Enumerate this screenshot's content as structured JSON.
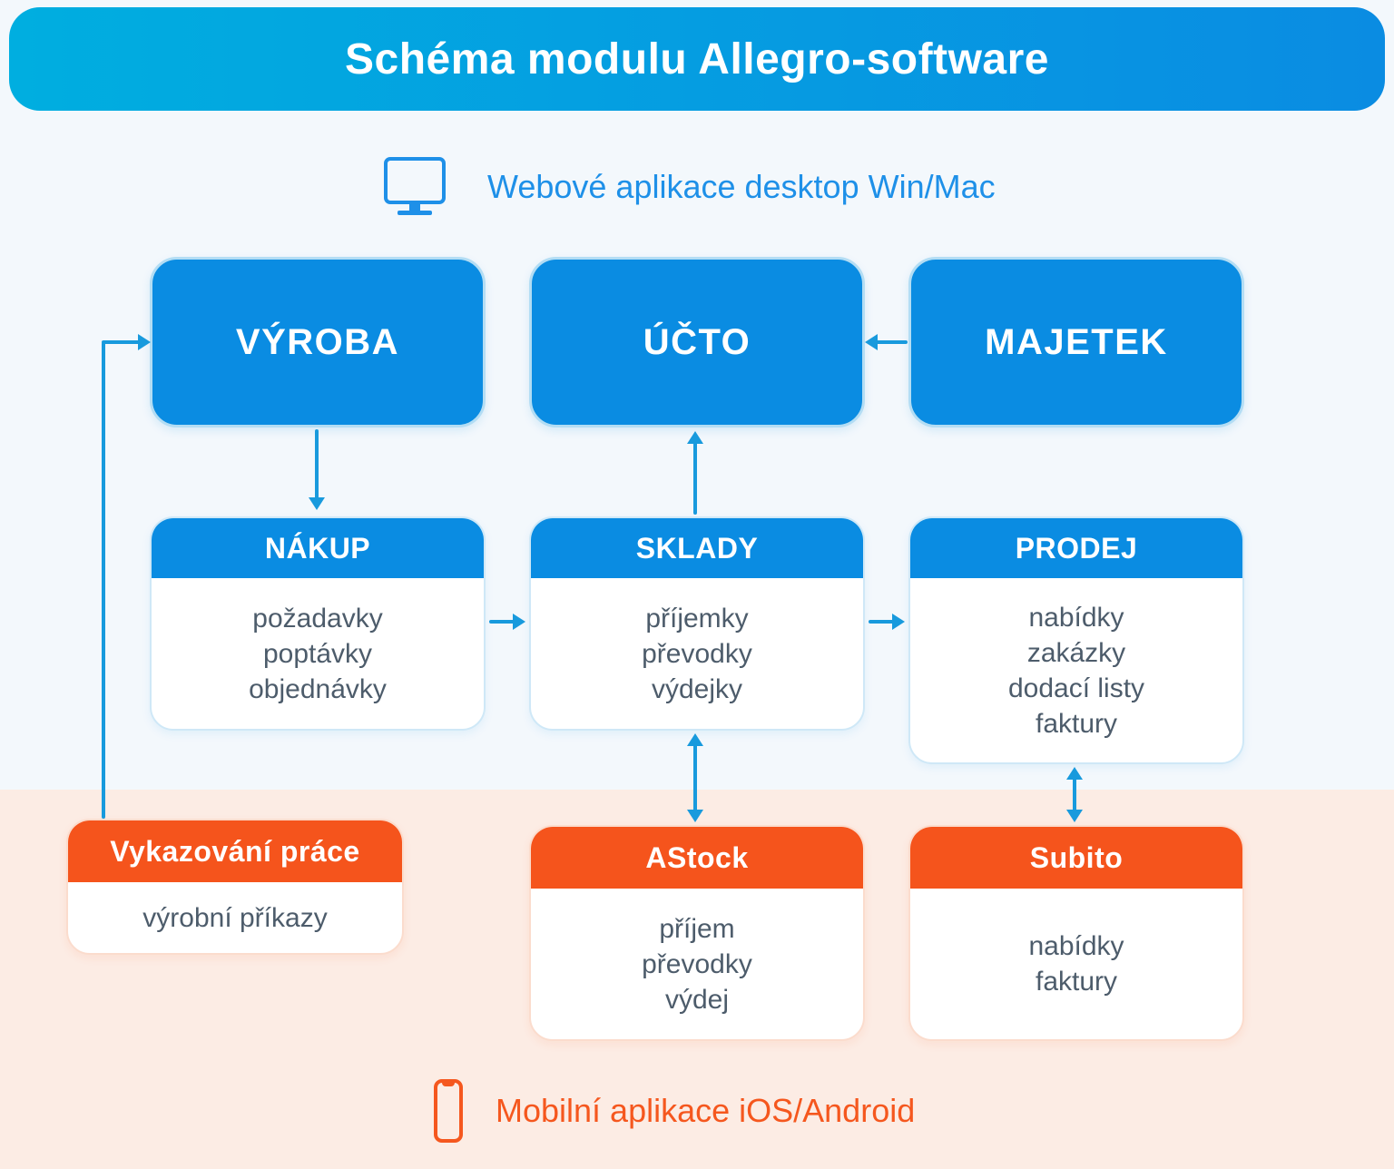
{
  "title": "Schéma modulu Allegro-software",
  "legend_top": {
    "label": "Webové aplikace desktop Win/Mac"
  },
  "legend_bottom": {
    "label": "Mobilní aplikace iOS/Android"
  },
  "top_modules": [
    {
      "id": "vyroba",
      "label": "VÝROBA"
    },
    {
      "id": "ucto",
      "label": "ÚČTO"
    },
    {
      "id": "majetek",
      "label": "MAJETEK"
    }
  ],
  "mid_modules": [
    {
      "id": "nakup",
      "label": "NÁKUP",
      "items": [
        "požadavky",
        "poptávky",
        "objednávky"
      ]
    },
    {
      "id": "sklady",
      "label": "SKLADY",
      "items": [
        "příjemky",
        "převodky",
        "výdejky"
      ]
    },
    {
      "id": "prodej",
      "label": "PRODEJ",
      "items": [
        "nabídky",
        "zakázky",
        "dodací listy",
        "faktury"
      ]
    }
  ],
  "bottom_modules": [
    {
      "id": "vykazovani",
      "label": "Vykazování práce",
      "items": [
        "výrobní příkazy"
      ]
    },
    {
      "id": "astock",
      "label": "AStock",
      "items": [
        "příjem",
        "převodky",
        "výdej"
      ]
    },
    {
      "id": "subito",
      "label": "Subito",
      "items": [
        "nabídky",
        "faktury"
      ]
    }
  ],
  "colors": {
    "header_gradient_start": "#00aee0",
    "header_gradient_end": "#0a8ce2",
    "module_blue": "#0a8ce2",
    "accent_orange": "#f5541c",
    "arrow_blue": "#189add",
    "desktop_legend_text": "#1e90e8",
    "mobile_legend_text": "#f5571e",
    "body_text": "#4d5c6b",
    "background_top": "#f3f8fc",
    "background_bottom": "#fcece4"
  }
}
